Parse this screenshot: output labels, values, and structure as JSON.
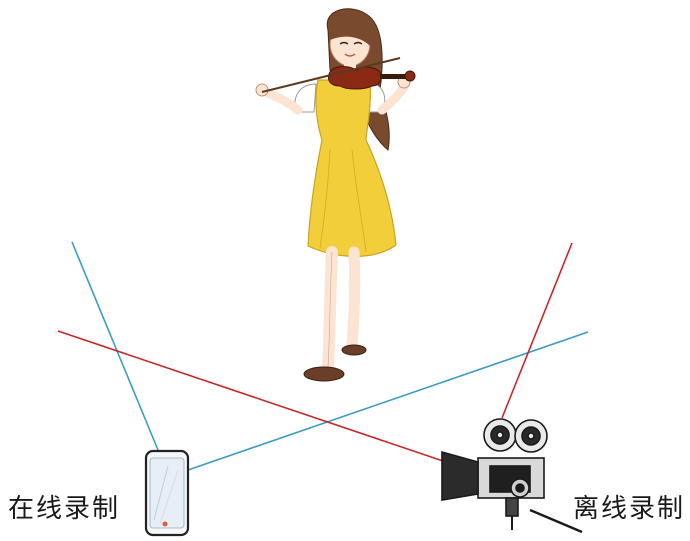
{
  "labels": {
    "online_recording": "在线录制",
    "offline_recording": "离线录制"
  },
  "colors": {
    "blue_line": "#3b9cc4",
    "red_line": "#c8262a",
    "dress": "#f2cf3a",
    "hair": "#7a4a2e",
    "violin": "#8a2a14"
  },
  "icons": [
    "phone-icon",
    "film-camera-icon",
    "violinist-illustration"
  ]
}
